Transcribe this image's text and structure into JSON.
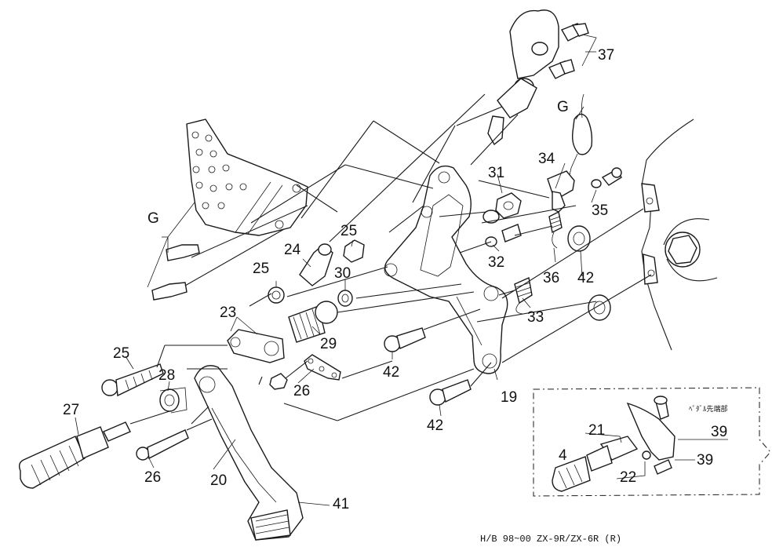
{
  "callouts": {
    "c37": "37",
    "cG1": "G",
    "cG2": "G",
    "c31": "31",
    "c34": "34",
    "c35": "35",
    "c25a": "25",
    "c24": "24",
    "c25b": "25",
    "c30": "30",
    "c32": "32",
    "c36": "36",
    "c42a": "42",
    "c33": "33",
    "c23": "23",
    "c29": "29",
    "c25c": "25",
    "c28": "28",
    "c26a": "26",
    "c42b": "42",
    "c19": "19",
    "c42c": "42",
    "c27": "27",
    "c26b": "26",
    "c20": "20",
    "c41": "41",
    "c21": "21",
    "c4": "4",
    "c39a": "39",
    "c39b": "39",
    "c22": "22"
  },
  "inset": {
    "note": "ﾍﾟﾀﾞﾙ先端部"
  },
  "footer": "H/B  98~00  ZX-9R/ZX-6R  (R)"
}
